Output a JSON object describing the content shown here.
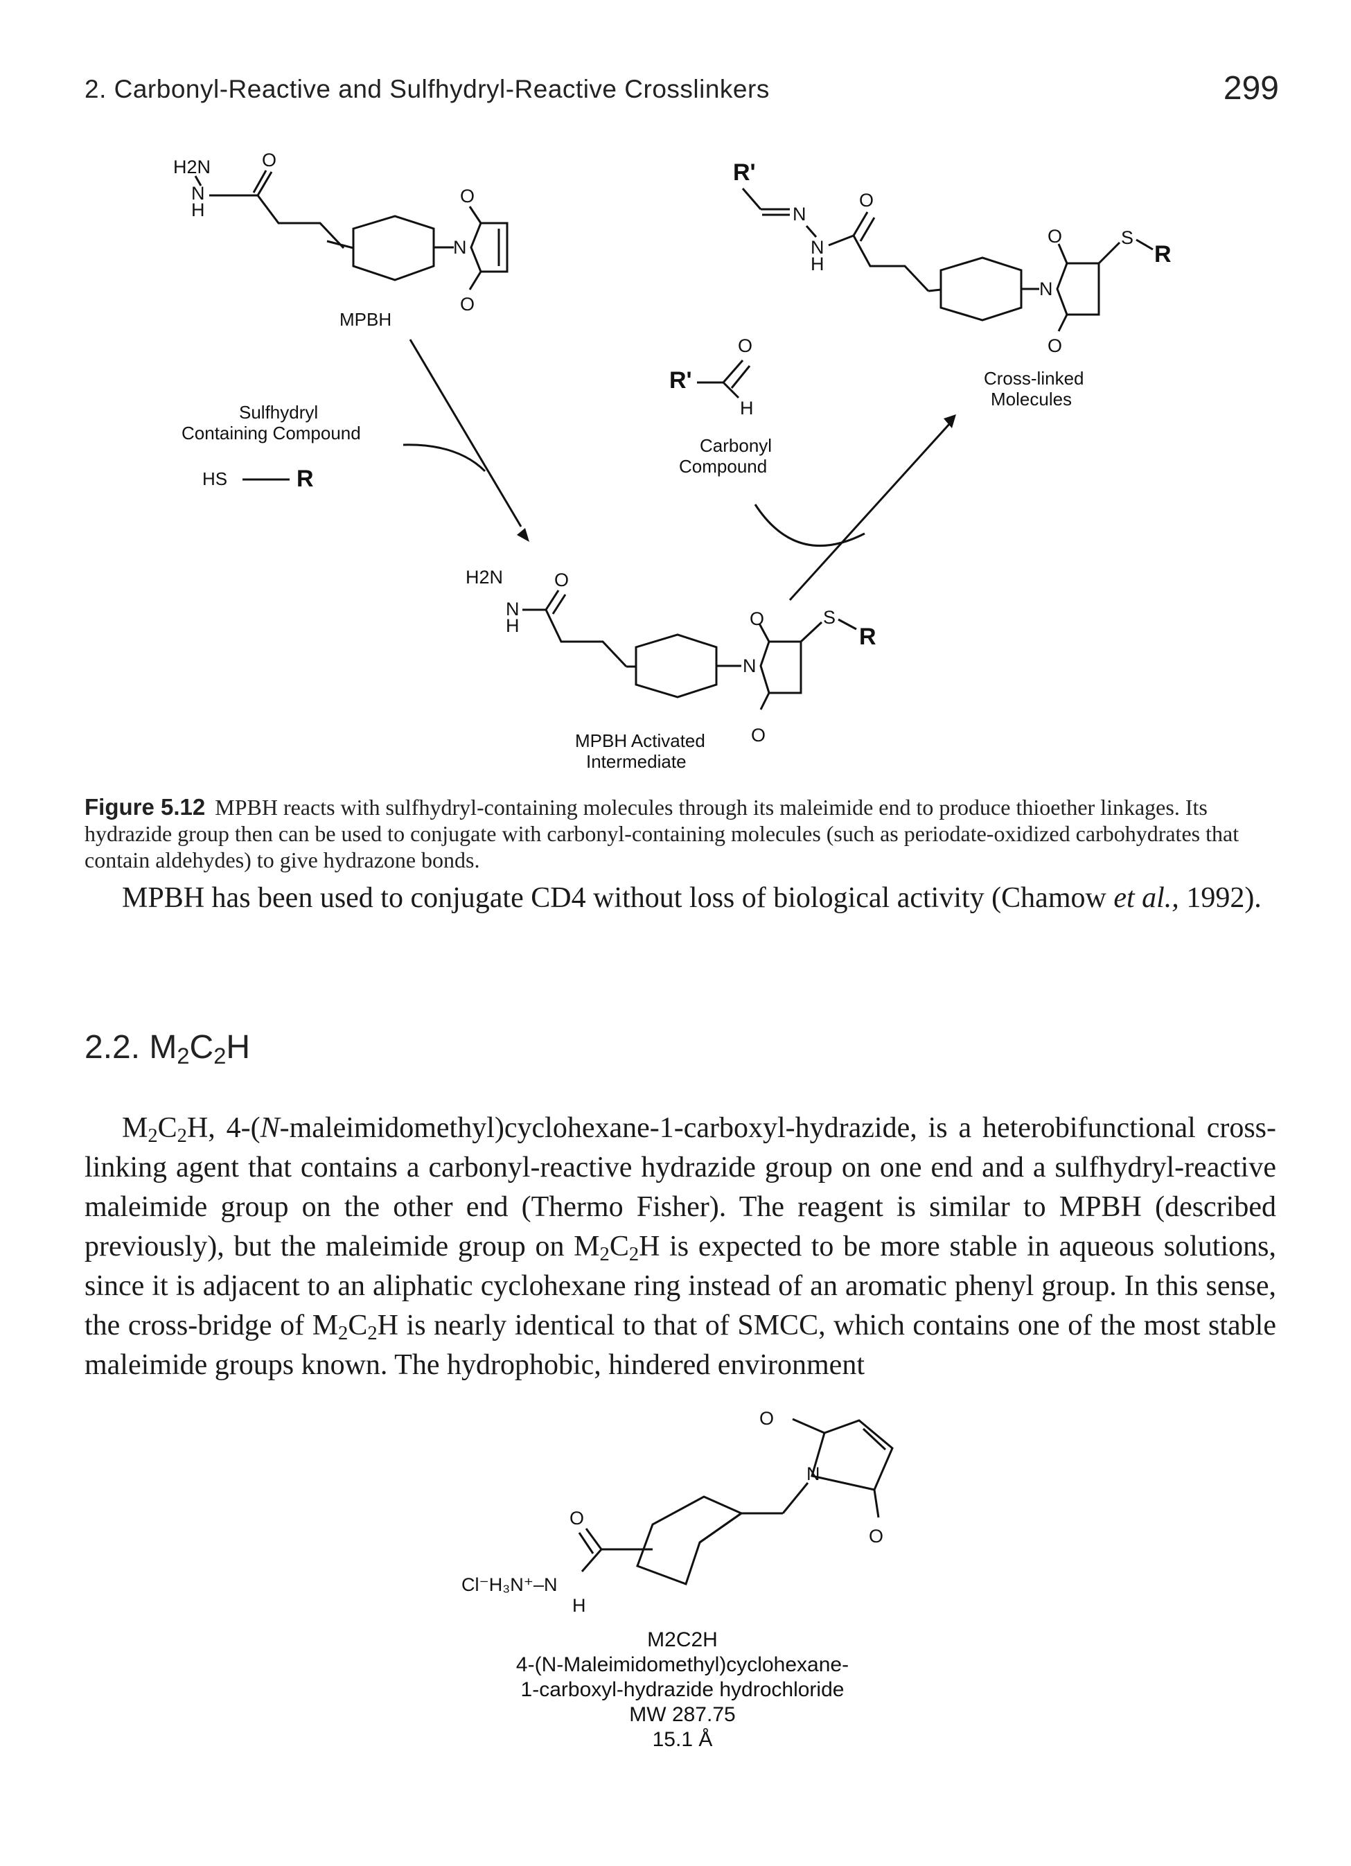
{
  "header": {
    "running_head": "2. Carbonyl-Reactive and Sulfhydryl-Reactive Crosslinkers",
    "page_number": "299"
  },
  "figure_5_12": {
    "mpbh_label": "MPBH",
    "sulfhydryl_label_line1": "Sulfhydryl",
    "sulfhydryl_label_line2": "Containing Compound",
    "hs_label": "HS",
    "r_label": "R",
    "carbonyl_label_line1": "Carbonyl",
    "carbonyl_label_line2": "Compound",
    "crosslinked_label_line1": "Cross-linked",
    "crosslinked_label_line2": "Molecules",
    "intermediate_label_line1": "MPBH Activated",
    "intermediate_label_line2": "Intermediate",
    "r_prime": "R'",
    "s_label": "S",
    "n_label": "N",
    "o_label": "O",
    "h_label": "H",
    "h2n_label": "H2N"
  },
  "caption": {
    "label": "Figure 5.12",
    "text": "MPBH reacts with sulfhydryl-containing molecules through its maleimide end to produce thioether linkages. Its hydrazide group then can be used to conjugate with carbonyl-containing molecules (such as periodate-oxidized carbohydrates that contain aldehydes) to give hydrazone bonds."
  },
  "paragraph1": {
    "before_em": "MPBH has been used to conjugate CD4 without loss of biological activity (Chamow ",
    "em": "et al.,",
    "after_em": " 1992)."
  },
  "section": {
    "number": "2.2.",
    "name_M": "M",
    "name_sub1": "2",
    "name_C": "C",
    "name_sub2": "2",
    "name_H": "H"
  },
  "paragraph2": {
    "p1": "M",
    "s1": "2",
    "p2": "C",
    "s2": "2",
    "p3": "H, 4-(",
    "em1": "N",
    "p4": "-maleimidomethyl)cyclohexane-1-carboxyl-hydrazide, is a heterobifunctional cross-linking agent that contains a carbonyl-reactive hydrazide group on one end and a sulfhydryl-reactive maleimide group on the other end (Thermo Fisher). The reagent is similar to MPBH (described previously), but the maleimide group on M",
    "s3": "2",
    "p5": "C",
    "s4": "2",
    "p6": "H is expected to be more stable in aqueous solutions, since it is adjacent to an aliphatic cyclohexane ring instead of an aromatic phenyl group. In this sense, the cross-bridge of M",
    "s5": "2",
    "p7": "C",
    "s6": "2",
    "p8": "H is nearly identical to that of SMCC, which contains one of the most stable maleimide groups known. The hydrophobic, hindered environment"
  },
  "m2c2h_structure": {
    "name_line1": "M2C2H",
    "name_line2": "4-(N-Maleimidomethyl)cyclohexane-",
    "name_line3": "1-carboxyl-hydrazide hydrochloride",
    "mw": "MW 287.75",
    "length": "15.1 Å",
    "salt_label": "Cl⁻H₃N⁺–N",
    "h_label": "H",
    "o_label": "O",
    "n_label": "N"
  }
}
